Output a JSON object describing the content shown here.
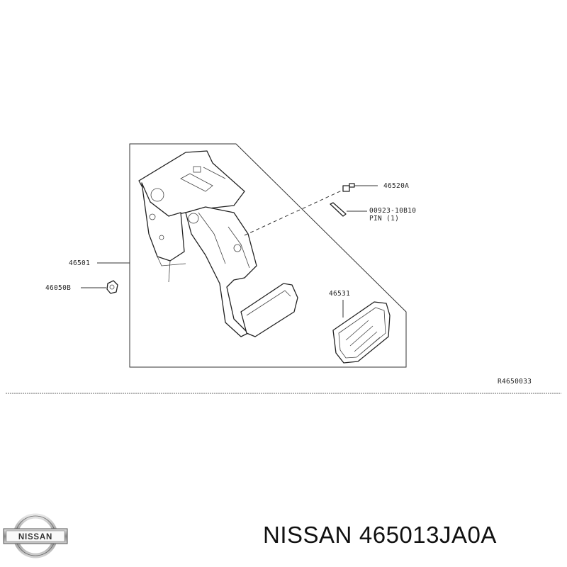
{
  "diagram": {
    "callouts": {
      "bracket": "46501",
      "clip": "46050B",
      "bolt": "46520A",
      "pin_number": "00923-10B10",
      "pin_name": "PIN (1)",
      "pad": "46531"
    },
    "reference": "R4650033"
  },
  "footer": {
    "brand": "NISSAN",
    "part_number": "465013JA0A"
  },
  "logo": {
    "text": "NISSAN",
    "icon": "nissan-logo-icon"
  }
}
